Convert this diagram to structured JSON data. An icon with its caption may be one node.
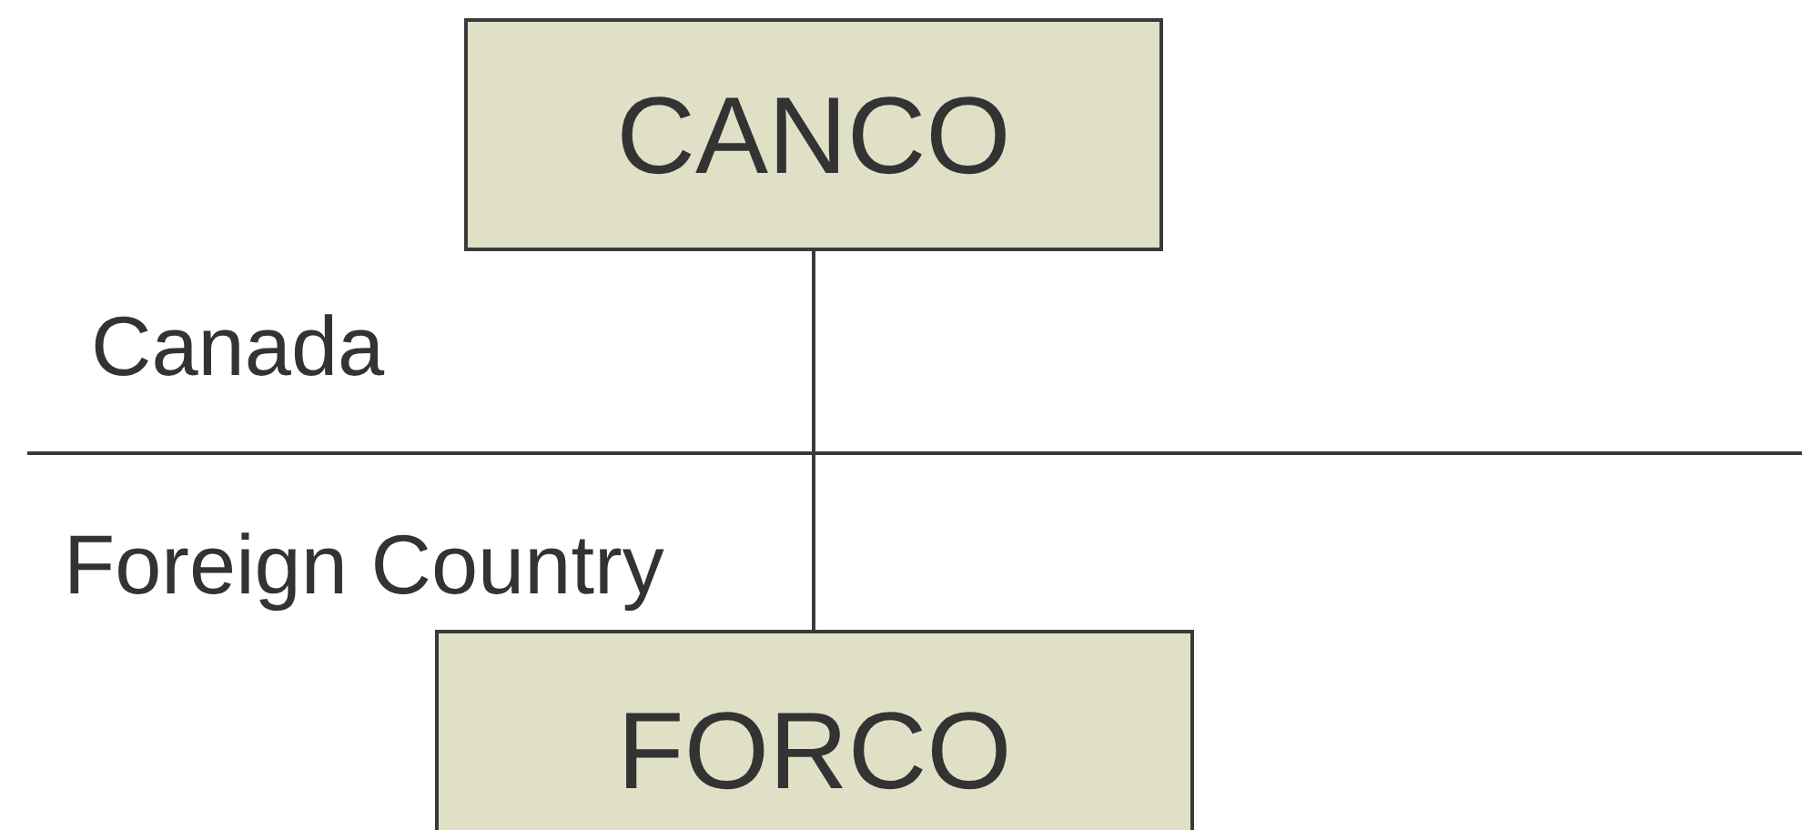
{
  "diagram": {
    "nodes": [
      {
        "text": [
          "CANCO"
        ]
      },
      {
        "text": [
          "FORCO"
        ]
      }
    ],
    "edges": [
      {
        "from": 0,
        "to": 1,
        "arrow": "none"
      }
    ],
    "labels": [
      "Canada",
      "Foreign Country"
    ]
  }
}
